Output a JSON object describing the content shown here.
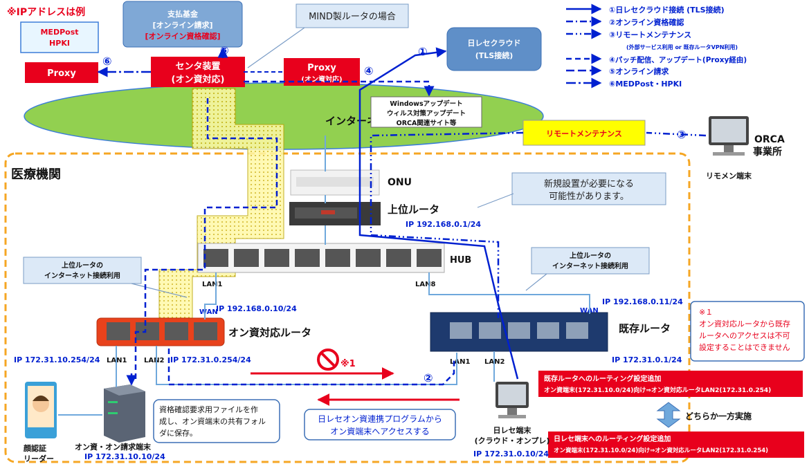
{
  "note_ip_example": "※IPアドレスは例",
  "medpost_box": [
    "MEDPost",
    "HPKI"
  ],
  "proxy_left": "Proxy",
  "num6_left": "⑥",
  "shiharai_box": [
    "支払基金",
    "[オンライン請求]",
    "[オンライン資格確認]"
  ],
  "num5_top": "⑤",
  "mind_callout": "MIND製ルータの場合",
  "center_device": [
    "センタ装置",
    "(オン資対応)"
  ],
  "proxy_right": [
    "Proxy",
    "(オン資対応)"
  ],
  "num4": "④",
  "num1": "①",
  "cloud_box": [
    "日レセクラウド",
    "(TLS接続)"
  ],
  "legend": [
    {
      "num": "①",
      "text": "①日レセクラウド接続 (TLS接続)"
    },
    {
      "num": "②",
      "text": "②オンライン資格確認"
    },
    {
      "num": "③",
      "text": "③リモートメンテナンス"
    },
    {
      "num": "",
      "text": "(外部サービス利用 or 既存ルータVPN利用)"
    },
    {
      "num": "④",
      "text": "④パッチ配信、アップデート(Proxy経由)"
    },
    {
      "num": "⑤",
      "text": "⑤オンライン請求"
    },
    {
      "num": "⑥",
      "text": "⑥MEDPost・HPKI"
    }
  ],
  "windows_box": [
    "Windowsアップデート",
    "ウィルス対策アップデート",
    "ORCA関連サイト等"
  ],
  "internet_label": "インターネット",
  "remote_box": "リモートメンテナンス",
  "num3": "③",
  "orca_office": [
    "ORCA",
    "事業所"
  ],
  "remomen_label": "リモメン端末",
  "medical_label": "医療機関",
  "onu_label": "ONU",
  "upper_router_label": "上位ルータ",
  "upper_router_ip": "IP 192.168.0.1/24",
  "new_install_callout": [
    "新規設置が必要になる",
    "可能性があります。"
  ],
  "hub_label": "HUB",
  "lan1_hub": "LAN1",
  "lan8_hub": "LAN8",
  "callout_left": [
    "上位ルータの",
    "インターネット接続利用"
  ],
  "callout_right": [
    "上位ルータの",
    "インターネット接続利用"
  ],
  "ip_onshi_wan": "IP 192.168.0.10/24",
  "wan_left": "WAN",
  "onshi_router_label": "オン資対応ルータ",
  "ip_existing_wan": "IP 192.168.0.11/24",
  "wan_right": "WAN",
  "existing_router_label": "既存ルータ",
  "note1_lines": [
    "※１",
    "オン資対応ルータから既存",
    "ルータへのアクセスは不可",
    "設定することはできません"
  ],
  "ip_lan1_left": "IP 172.31.10.254/24",
  "lan1_left": "LAN1",
  "lan2_left": "LAN2",
  "ip_lan2_left": "IP 172.31.0.254/24",
  "prohibit_mark": "※1",
  "num2": "②",
  "lan1_right": "LAN1",
  "lan2_right": "LAN2",
  "ip_existing_lan": "IP 172.31.0.1/24",
  "routing_box_1": [
    "既存ルータへのルーティング設定追加",
    "オン資端末(172.31.10.0/24)向け⇒オン資対応ルータLAN2(172.31.0.254)"
  ],
  "either_label": "どちらか一方実施",
  "routing_box_2": [
    "日レセ端末へのルーティング設定追加",
    "オン資端末(172.31.10.0/24)向け⇒オン資対応ルータLAN2(172.31.0.254)"
  ],
  "qual_file_note": [
    "資格確認要求用ファイルを作",
    "成し、オン資端末の共有フォル",
    "ダに保存。"
  ],
  "program_note": [
    "日レセオン資連携プログラムから",
    "オン資端末へアクセスする"
  ],
  "face_reader": [
    "顔認証",
    "リーダー"
  ],
  "onshi_terminal": "オン資・オン請求端末",
  "onshi_terminal_ip": "IP 172.31.10.10/24",
  "nissei_terminal": [
    "日レセ端末",
    "(クラウド・オンプレ)"
  ],
  "nissei_terminal_ip": "IP 172.31.0.10/24",
  "colors": {
    "red": "#e8001c",
    "blue": "#0020d0",
    "green": "#92d050",
    "yellow": "#ffff00",
    "orange": "#f5a623",
    "callout": "#dce9f7",
    "darkblue": "#1f3a93"
  }
}
